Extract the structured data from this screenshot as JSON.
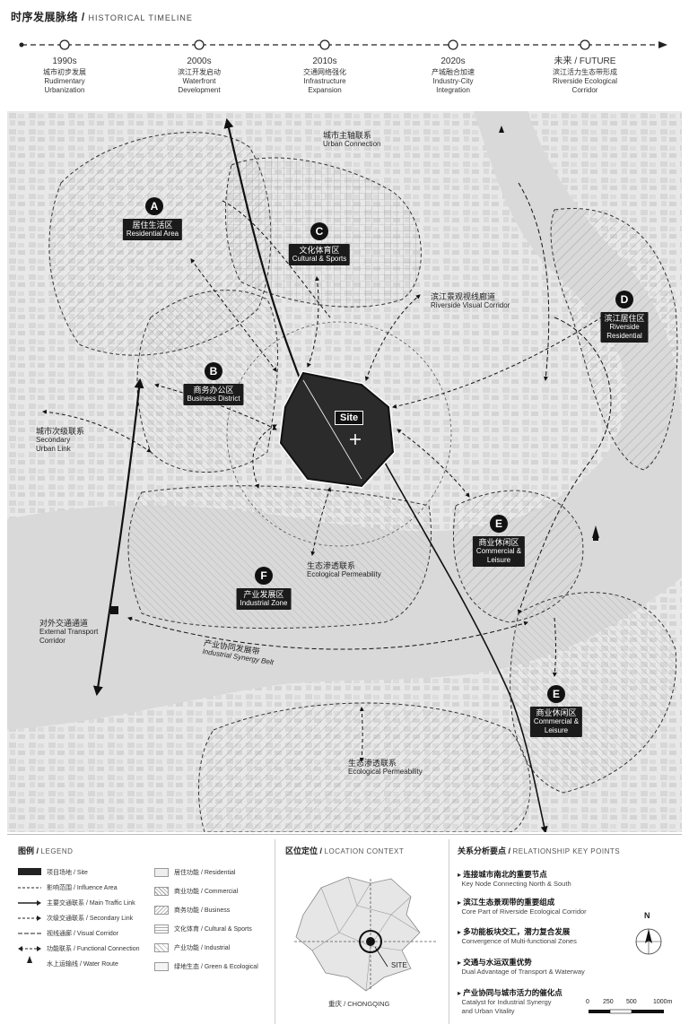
{
  "timeline": {
    "title_cn": "时序发展脉络",
    "title_en": "HISTORICAL TIMELINE",
    "items": [
      {
        "year": "1990s",
        "cn": "城市初步发展",
        "en1": "Rudimentary",
        "en2": "Urbanization"
      },
      {
        "year": "2000s",
        "cn": "滨江开发启动",
        "en1": "Waterfront",
        "en2": "Development"
      },
      {
        "year": "2010s",
        "cn": "交通网络强化",
        "en1": "Infrastructure",
        "en2": "Expansion"
      },
      {
        "year": "2020s",
        "cn": "产城融合加速",
        "en1": "Industry-City",
        "en2": "Integration"
      },
      {
        "year": "未来 / FUTURE",
        "cn": "滨江活力生态带形成",
        "en1": "Riverside Ecological",
        "en2": "Corridor"
      }
    ]
  },
  "map": {
    "site": "Site",
    "zones": {
      "A": {
        "letter": "A",
        "cn": "居住生活区",
        "en": "Residential Area"
      },
      "B": {
        "letter": "B",
        "cn": "商务办公区",
        "en": "Business District"
      },
      "C": {
        "letter": "C",
        "cn": "文化体育区",
        "en": "Cultural & Sports"
      },
      "D": {
        "letter": "D",
        "cn": "滨江居住区",
        "en1": "Riverside",
        "en2": "Residential"
      },
      "E1": {
        "letter": "E",
        "cn": "商业休闲区",
        "en1": "Commercial &",
        "en2": "Leisure"
      },
      "E2": {
        "letter": "E",
        "cn": "商业休闲区",
        "en1": "Commercial &",
        "en2": "Leisure"
      },
      "F": {
        "letter": "F",
        "cn": "产业发展区",
        "en": "Industrial Zone"
      }
    },
    "annotations": {
      "urban_connection": {
        "cn": "城市主轴联系",
        "en": "Urban Connection"
      },
      "visual_corridor": {
        "cn": "滨江景观视线廊道",
        "en": "Riverside Visual Corridor"
      },
      "secondary_link": {
        "cn": "城市次级联系",
        "en1": "Secondary",
        "en2": "Urban Link"
      },
      "eco_perm_1": {
        "cn": "生态渗透联系",
        "en": "Ecological Permeability"
      },
      "eco_perm_2": {
        "cn": "生态渗透联系",
        "en": "Ecological Permeability"
      },
      "external_transport": {
        "cn": "对外交通通道",
        "en1": "External Transport",
        "en2": "Corridor"
      },
      "synergy_cn": "产业协同发展带",
      "synergy_en": "Industrial Synergy Belt"
    }
  },
  "legend": {
    "title_cn": "图例",
    "title_en": "LEGEND",
    "lines": [
      "项目场地 / Site",
      "影响范围 / Influence Area",
      "主要交通联系 / Main Traffic Link",
      "次级交通联系 / Secondary Link",
      "视线通廊 / Visual Corridor",
      "功能联系 / Functional Connection",
      "水上运输线 / Water Route"
    ],
    "areas": [
      "居住功能 / Residential",
      "商业功能 / Commercial",
      "商务功能 / Business",
      "文化体育 / Cultural & Sports",
      "产业功能 / Industrial",
      "绿地生态 / Green & Ecological"
    ]
  },
  "location": {
    "title_cn": "区位定位",
    "title_en": "LOCATION CONTEXT",
    "site": "SITE",
    "city": "重庆 / CHONGQING"
  },
  "keypoints": {
    "title_cn": "关系分析要点",
    "title_en": "RELATIONSHIP KEY POINTS",
    "items": [
      {
        "cn": "连接城市南北的重要节点",
        "en": "Key Node Connecting North & South"
      },
      {
        "cn": "滨江生态景观带的重要组成",
        "en": "Core Part of Riverside Ecological Corridor"
      },
      {
        "cn": "多功能板块交汇，潜力复合发展",
        "en": "Convergence of Multi-functional Zones"
      },
      {
        "cn": "交通与水运双重优势",
        "en": "Dual Advantage of Transport & Waterway"
      },
      {
        "cn": "产业协同与城市活力的催化点",
        "en1": "Catalyst for Industrial Synergy",
        "en2": "and Urban Vitality"
      }
    ],
    "north": "N",
    "scale": [
      "0",
      "250",
      "500",
      "1000m"
    ]
  }
}
